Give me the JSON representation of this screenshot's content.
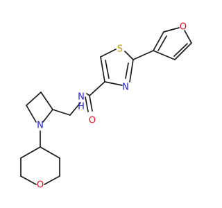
{
  "colors": {
    "bond": "#1a1a1a",
    "carbon": "#1a1a1a",
    "nitrogen": "#2020d0",
    "oxygen": "#e0101a",
    "sulfur": "#b8a000"
  },
  "atoms": {
    "s1": {
      "label": "S",
      "element": "sulfur"
    },
    "n_thiazole": {
      "label": "N",
      "element": "nitrogen"
    },
    "o_furan": {
      "label": "O",
      "element": "oxygen"
    },
    "o_carbonyl": {
      "label": "O",
      "element": "oxygen"
    },
    "n_amide": {
      "label": "N",
      "element": "nitrogen"
    },
    "h_amide": {
      "label": "H",
      "element": "nitrogen"
    },
    "n_azetidine": {
      "label": "N",
      "element": "nitrogen"
    },
    "o_oxane": {
      "label": "O",
      "element": "oxygen"
    }
  }
}
